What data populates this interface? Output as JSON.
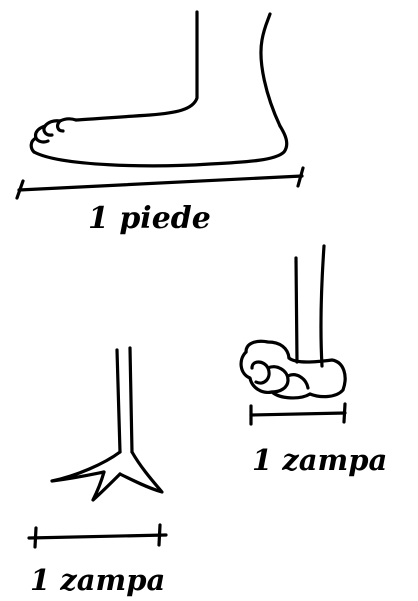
{
  "measures": {
    "human": {
      "label": "1 piede"
    },
    "elephant": {
      "label": "1 zampa"
    },
    "bird": {
      "label": "1 zampa"
    }
  },
  "colors": {
    "ink": "#000000",
    "paper": "#ffffff"
  }
}
